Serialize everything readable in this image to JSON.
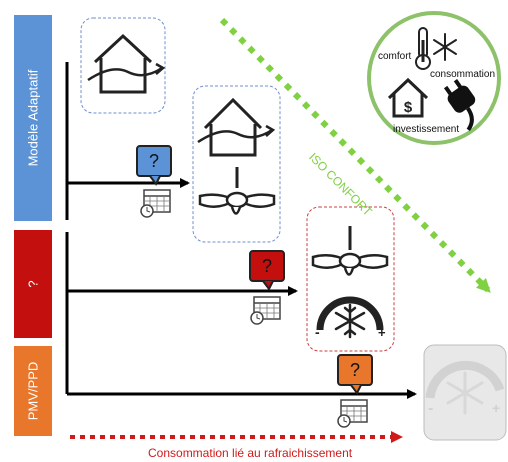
{
  "rows": [
    {
      "label": "Modèle Adaptatif",
      "color": "#5b93d6"
    },
    {
      "label": "?",
      "color": "#c40f0f"
    },
    {
      "label": "PMV/PPD",
      "color": "#e8762b"
    }
  ],
  "iso_confort_label": "ISO CONFORT",
  "consumption_label": "Consommation lié au rafraichissement",
  "tradeoff": {
    "comfort_label": "comfort",
    "consumption_label": "consommation",
    "investment_label": "investissement",
    "ring_color": "#8dc26a"
  },
  "question_mark": "?",
  "colors": {
    "iso_arrow": "#7fd142",
    "consumption_arrow": "#d11a1a",
    "box_blue_border": "#6e8fd0",
    "box_red_border": "#c94040"
  },
  "icons": {
    "house_airflow": "house-airflow-icon",
    "ceiling_fan": "ceiling-fan-icon",
    "cooling_gauge": "cooling-gauge-icon",
    "calendar_clock": "calendar-clock-icon",
    "speech_question": "speech-question-icon",
    "thermometer_snowflake": "thermometer-snowflake-icon",
    "plug": "plug-icon",
    "house_dollar": "house-dollar-icon"
  }
}
